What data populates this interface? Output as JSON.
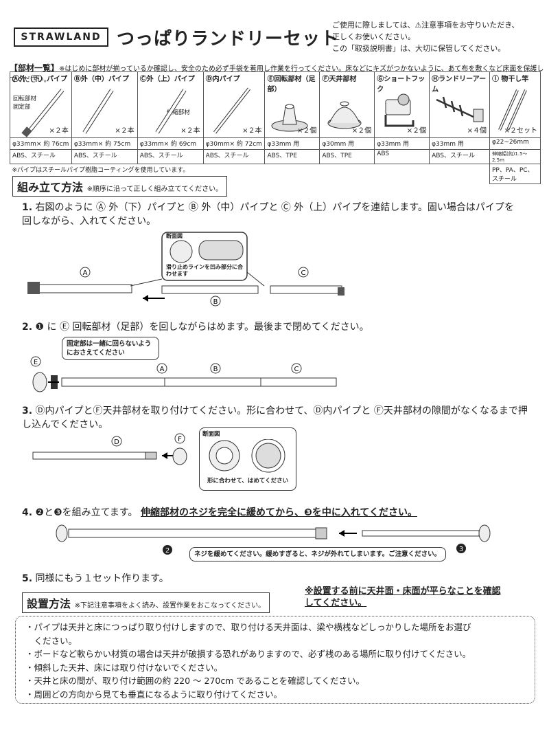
{
  "header": {
    "brand": "STRAWLAND",
    "title": "つっぱりランドリーセット",
    "notice": [
      "ご使用に際しましては、⚠注意事項をお守りいただき、",
      "正しくお使いください。",
      "この「取扱説明書」は、大切に保管してください。"
    ]
  },
  "parts": {
    "heading": "【部材一覧】",
    "heading_note": "※はじめに部材が揃っているか確認し、安全のため必ず手袋を着用し作業を行ってください。床などにキズがつかないように、あて布を敷くなど床面を保護してください。",
    "items": [
      {
        "label": "Ⓐ外（下）パイプ",
        "qty": "×２本",
        "size": "φ33mm× 約 76cm",
        "material": "ABS、スチール",
        "sub": "回転部材固定部"
      },
      {
        "label": "Ⓑ外（中）パイプ",
        "qty": "×２本",
        "size": "φ33mm× 約 75cm",
        "material": "ABS、スチール",
        "sub": ""
      },
      {
        "label": "Ⓒ外（上）パイプ",
        "qty": "×２本",
        "size": "φ33mm× 約 69cm",
        "material": "ABS、スチール",
        "sub": "伸縮部材"
      },
      {
        "label": "Ⓓ内パイプ",
        "qty": "×２本",
        "size": "φ30mm× 約 72cm",
        "material": "ABS、スチール",
        "sub": ""
      },
      {
        "label": "Ⓔ回転部材（足部）",
        "qty": "×２個",
        "size": "φ33mm 用",
        "material": "ABS、TPE",
        "sub": ""
      },
      {
        "label": "Ⓕ天井部材",
        "qty": "×２個",
        "size": "φ30mm 用",
        "material": "ABS、TPE",
        "sub": ""
      },
      {
        "label": "Ⓖショートフック",
        "qty": "×２個",
        "size": "φ33mm 用",
        "material": "ABS",
        "sub": ""
      },
      {
        "label": "Ⓗランドリーアーム",
        "qty": "×４個",
        "size": "φ33mm 用",
        "material": "ABS、スチール",
        "sub": ""
      },
      {
        "label": "Ⓘ 物干し竿",
        "qty": "×２セット",
        "size": "φ22~26mm",
        "material": "伸縮幅(約)1.5～2.5m",
        "sub": "PP、PA、PC、スチール"
      }
    ],
    "pipe_note": "※パイプはスチールパイプ樹脂コーティングを使用しています。"
  },
  "assembly": {
    "heading": "組み立て方法",
    "heading_note": "※順序に沿って正しく組み立ててください。",
    "step1": {
      "num": "1.",
      "text": "右図のように Ⓐ 外（下）パイプと Ⓑ 外（中）パイプと Ⓒ 外（上）パイプを連結します。固い場合はパイプを回しながら、入れてください。",
      "callout_title": "断面図",
      "callout": "滑り止めラインを凹み部分に合わせます"
    },
    "step2": {
      "num": "2.",
      "text": "❶ に Ⓔ 回転部材（足部）を回しながらはめます。最後まで閉めてください。",
      "callout": "固定部は一緒に回らないようにおさえてください"
    },
    "step3": {
      "num": "3.",
      "text": "Ⓓ内パイプとⒻ天井部材を取り付けてください。形に合わせて、Ⓓ内パイプと Ⓕ天井部材の隙間がなくなるまで押し込んでください。",
      "callout_title": "断面図",
      "callout": "形に合わせて、はめてください"
    },
    "step4": {
      "num": "4.",
      "text_a": "❷と❸を組み立てます。",
      "text_b": "伸縮部材のネジを完全に緩めてから、❸を中に入れてください。",
      "callout": "ネジを緩めてください。緩めすぎると、ネジが外れてしまいます。ご注意ください。"
    },
    "step5": {
      "num": "5.",
      "text": "同様にもう１セット作ります。"
    }
  },
  "install": {
    "heading": "設置方法",
    "heading_note": "※下記注意事項をよく読み、設置作業をおこなってください。",
    "warn": [
      "※設置する前に天井面・床面が平らなことを確認",
      "してください。"
    ],
    "bullets": [
      "・パイプは天井と床につっぱり取り付けしますので、取り付ける天井面は、梁や横桟などしっかりした場所をお選び",
      "　ください。",
      "・ボードなど軟らかい材質の場合は天井が破損する恐れがありますので、必ず桟のある場所に取り付けてください。",
      "・傾斜した天井、床には取り付けないでください。",
      "・天井と床の間が、取り付け範囲の約 220 ～ 270cm であることを確認してください。",
      "・周囲どの方向から見ても垂直になるように取り付けてください。"
    ]
  },
  "labels": {
    "A": "A",
    "B": "B",
    "C": "C",
    "D": "D",
    "E": "E",
    "F": "F",
    "n2": "2",
    "n3": "3"
  }
}
